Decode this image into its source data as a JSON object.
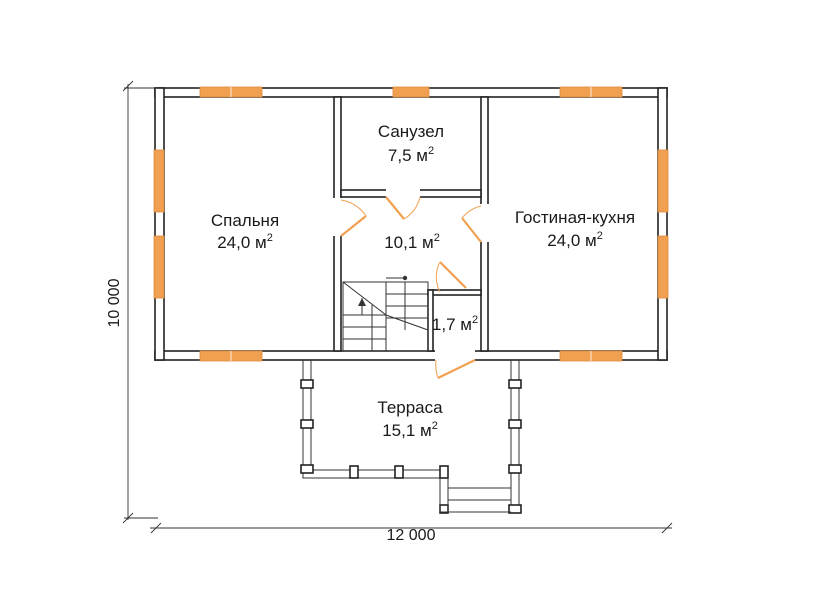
{
  "rooms": {
    "bedroom": {
      "name": "Спальня",
      "area": "24,0 м",
      "sup": "2"
    },
    "bathroom": {
      "name": "Санузел",
      "area": "7,5 м",
      "sup": "2"
    },
    "living_kitchen": {
      "name": "Гостиная-кухня",
      "area": "24,0 м",
      "sup": "2"
    },
    "hall": {
      "area": "10,1 м",
      "sup": "2"
    },
    "closet": {
      "area": "1,7 м",
      "sup": "2"
    },
    "terrace": {
      "name": "Терраса",
      "area": "15,1 м",
      "sup": "2"
    }
  },
  "dimensions": {
    "width": "12 000",
    "height": "10 000"
  },
  "colors": {
    "window": "#f0a050",
    "door": "#f0a050",
    "wall": "#222222"
  }
}
